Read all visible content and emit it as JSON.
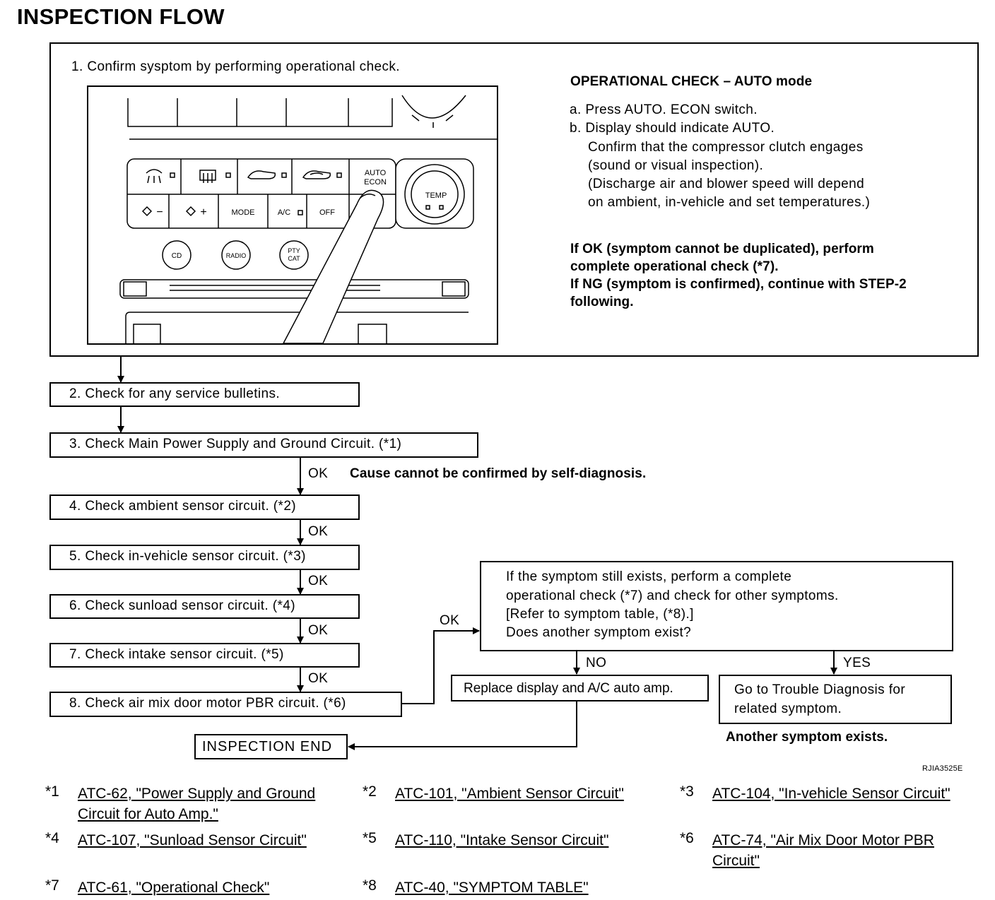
{
  "title": "INSPECTION FLOW",
  "step1": {
    "label": "1. Confirm sysptom by performing operational check.",
    "panel": {
      "auto_label": "AUTO",
      "econ_label": "ECON",
      "temp_label": "TEMP",
      "mode_label": "MODE",
      "ac_label": "A/C",
      "off_label": "OFF",
      "cd_label": "CD",
      "radio_label": "RADIO",
      "pty_label": "PTY",
      "cat_label": "CAT",
      "fan_down": "−",
      "fan_up": "+"
    },
    "op_check_title": "OPERATIONAL CHECK – AUTO mode",
    "op_lines": [
      "a. Press AUTO. ECON switch.",
      "b. Display should indicate AUTO.",
      "Confirm that the compressor clutch engages",
      "(sound or visual inspection).",
      "(Discharge air and blower speed will depend",
      "on ambient, in-vehicle and set temperatures.)"
    ],
    "result_lines": [
      "If OK (symptom cannot be duplicated), perform",
      "complete operational check (*7).",
      "If NG (symptom is confirmed), continue with STEP-2",
      "following."
    ]
  },
  "steps": {
    "s2": "2. Check for any service bulletins.",
    "s3": "3. Check Main Power Supply and Ground Circuit. (*1)",
    "s4": "4. Check ambient sensor circuit. (*2)",
    "s5": "5. Check in-vehicle sensor circuit. (*3)",
    "s6": "6. Check sunload sensor circuit. (*4)",
    "s7": "7. Check intake sensor circuit. (*5)",
    "s8": "8. Check air mix door motor PBR circuit. (*6)"
  },
  "ok_label": "OK",
  "no_label": "NO",
  "yes_label": "YES",
  "cause_note": "Cause cannot be confirmed by self-diagnosis.",
  "question_lines": [
    "If the symptom still exists, perform a complete",
    "operational check (*7) and check for other symptoms.",
    "[Refer to symptom table, (*8).]",
    "Does another symptom exist?"
  ],
  "replace_label": "Replace display and A/C auto amp.",
  "trouble_lines": [
    "Go to Trouble Diagnosis for",
    "related symptom."
  ],
  "another_symptom": "Another symptom exists.",
  "inspection_end": "INSPECTION END",
  "figure_code": "RJIA3525E",
  "references": [
    {
      "num": "*1",
      "lines": [
        "ATC-62, \"Power Supply and Ground",
        "Circuit for Auto Amp.\""
      ]
    },
    {
      "num": "*2",
      "lines": [
        "ATC-101, \"Ambient Sensor Circuit\""
      ]
    },
    {
      "num": "*3",
      "lines": [
        "ATC-104, \"In-vehicle Sensor Circuit\""
      ]
    },
    {
      "num": "*4",
      "lines": [
        "ATC-107, \"Sunload Sensor Circuit\""
      ]
    },
    {
      "num": "*5",
      "lines": [
        "ATC-110, \"Intake Sensor Circuit\""
      ]
    },
    {
      "num": "*6",
      "lines": [
        "ATC-74, \"Air Mix Door Motor PBR",
        "Circuit\""
      ]
    },
    {
      "num": "*7",
      "lines": [
        "ATC-61, \"Operational Check\""
      ]
    },
    {
      "num": "*8",
      "lines": [
        "ATC-40, \"SYMPTOM TABLE\""
      ]
    }
  ]
}
